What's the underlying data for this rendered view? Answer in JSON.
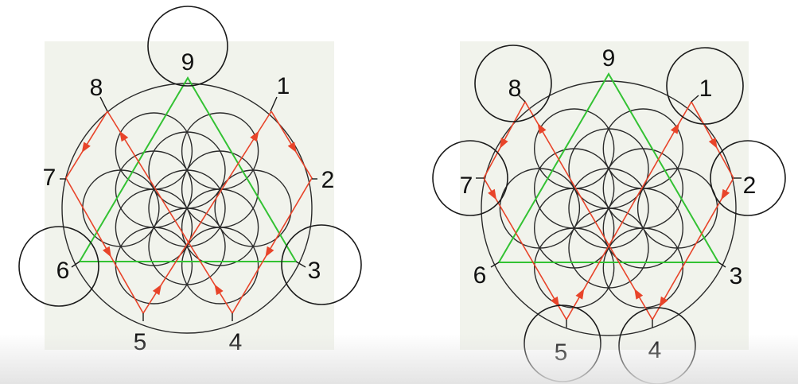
{
  "colors": {
    "background": "#ffffff",
    "panel": "#f1f3ec",
    "circle_stroke": "#2a2a2a",
    "triangle": "#33c233",
    "path": "#e8442a",
    "label": "#111111"
  },
  "diagrams": [
    {
      "id": "left",
      "numbers": [
        "1",
        "2",
        "3",
        "4",
        "5",
        "6",
        "7",
        "8",
        "9"
      ],
      "highlighted": [
        "9",
        "3",
        "6"
      ]
    },
    {
      "id": "right",
      "numbers": [
        "1",
        "2",
        "3",
        "4",
        "5",
        "6",
        "7",
        "8",
        "9"
      ],
      "highlighted": [
        "1",
        "2",
        "4",
        "5",
        "7",
        "8"
      ]
    }
  ]
}
